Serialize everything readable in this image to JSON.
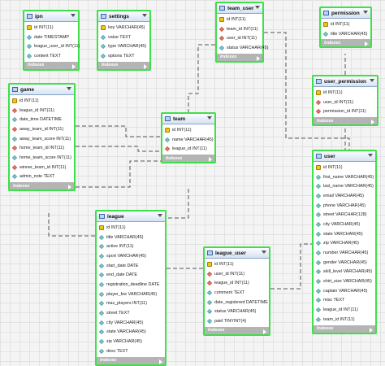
{
  "diagram": {
    "footer_label": "Indexes",
    "tables": [
      {
        "id": "ipn",
        "name": "ipn",
        "columns": [
          {
            "icon": "key-icon",
            "text": "id INT(11)"
          },
          {
            "icon": "column-icon",
            "text": "date TIMESTAMP"
          },
          {
            "icon": "column-icon",
            "text": "league_user_id INT(11)"
          },
          {
            "icon": "column-icon",
            "text": "content TEXT"
          }
        ]
      },
      {
        "id": "settings",
        "name": "settings",
        "columns": [
          {
            "icon": "key-icon",
            "text": "key VARCHAR(45)"
          },
          {
            "icon": "column-icon",
            "text": "value TEXT"
          },
          {
            "icon": "column-icon",
            "text": "type VARCHAR(45)"
          },
          {
            "icon": "column-icon",
            "text": "options TEXT"
          }
        ]
      },
      {
        "id": "team_user",
        "name": "team_user",
        "columns": [
          {
            "icon": "key-icon",
            "text": "id INT(11)"
          },
          {
            "icon": "foreign-key-icon",
            "text": "team_id INT(11)"
          },
          {
            "icon": "foreign-key-icon",
            "text": "user_id INT(11)"
          },
          {
            "icon": "column-icon",
            "text": "status VARCHAR(45)"
          }
        ]
      },
      {
        "id": "permission",
        "name": "permission",
        "columns": [
          {
            "icon": "key-icon",
            "text": "id INT(11)"
          },
          {
            "icon": "column-icon",
            "text": "title VARCHAR(45)"
          }
        ]
      },
      {
        "id": "game",
        "name": "game",
        "columns": [
          {
            "icon": "key-icon",
            "text": "id INT(11)"
          },
          {
            "icon": "foreign-key-icon",
            "text": "league_id INT(11)"
          },
          {
            "icon": "column-icon",
            "text": "date_time DATETIME"
          },
          {
            "icon": "foreign-key-icon",
            "text": "away_team_id INT(11)"
          },
          {
            "icon": "column-icon",
            "text": "away_team_score INT(11)"
          },
          {
            "icon": "foreign-key-icon",
            "text": "home_team_id INT(11)"
          },
          {
            "icon": "column-icon",
            "text": "home_team_score INT(11)"
          },
          {
            "icon": "foreign-key-icon",
            "text": "winner_team_id INT(11)"
          },
          {
            "icon": "column-icon",
            "text": "admin_note TEXT"
          }
        ]
      },
      {
        "id": "team",
        "name": "team",
        "columns": [
          {
            "icon": "key-icon",
            "text": "id INT(11)"
          },
          {
            "icon": "column-icon",
            "text": "name VARCHAR(45)"
          },
          {
            "icon": "foreign-key-icon",
            "text": "league_id INT(11)"
          }
        ]
      },
      {
        "id": "user_permission",
        "name": "user_permission",
        "columns": [
          {
            "icon": "key-icon",
            "text": "id INT(11)"
          },
          {
            "icon": "foreign-key-icon",
            "text": "user_id INT(11)"
          },
          {
            "icon": "foreign-key-icon",
            "text": "permission_id INT(11)"
          }
        ]
      },
      {
        "id": "user",
        "name": "user",
        "columns": [
          {
            "icon": "key-icon",
            "text": "id INT(11)"
          },
          {
            "icon": "column-icon",
            "text": "first_name VARCHAR(45)"
          },
          {
            "icon": "column-icon",
            "text": "last_name VARCHAR(45)"
          },
          {
            "icon": "column-icon",
            "text": "email VARCHAR(45)"
          },
          {
            "icon": "column-icon",
            "text": "phone VARCHAR(45)"
          },
          {
            "icon": "column-icon",
            "text": "street VARCHAR(128)"
          },
          {
            "icon": "column-icon",
            "text": "city VARCHAR(45)"
          },
          {
            "icon": "column-icon",
            "text": "state VARCHAR(45)"
          },
          {
            "icon": "column-icon",
            "text": "zip VARCHAR(45)"
          },
          {
            "icon": "column-icon",
            "text": "number VARCHAR(45)"
          },
          {
            "icon": "column-icon",
            "text": "gender VARCHAR(45)"
          },
          {
            "icon": "column-icon",
            "text": "skill_level VARCHAR(45)"
          },
          {
            "icon": "column-icon",
            "text": "shirt_size VARCHAR(45)"
          },
          {
            "icon": "column-icon",
            "text": "captain VARCHAR(45)"
          },
          {
            "icon": "column-icon",
            "text": "misc TEXT"
          },
          {
            "icon": "column-icon",
            "text": "league_id INT(11)"
          },
          {
            "icon": "column-icon",
            "text": "team_id INT(11)"
          }
        ]
      },
      {
        "id": "league",
        "name": "league",
        "columns": [
          {
            "icon": "key-icon",
            "text": "id INT(11)"
          },
          {
            "icon": "column-icon",
            "text": "title VARCHAR(45)"
          },
          {
            "icon": "column-icon",
            "text": "active INT(11)"
          },
          {
            "icon": "column-icon",
            "text": "sport VARCHAR(45)"
          },
          {
            "icon": "column-icon",
            "text": "start_date DATE"
          },
          {
            "icon": "column-icon",
            "text": "end_date DATE"
          },
          {
            "icon": "column-icon",
            "text": "registration_deadline DATE"
          },
          {
            "icon": "column-icon",
            "text": "player_fee VARCHAR(45)"
          },
          {
            "icon": "column-icon",
            "text": "max_players INT(11)"
          },
          {
            "icon": "column-icon",
            "text": "street TEXT"
          },
          {
            "icon": "column-icon",
            "text": "city VARCHAR(45)"
          },
          {
            "icon": "column-icon",
            "text": "state VARCHAR(45)"
          },
          {
            "icon": "column-icon",
            "text": "zip VARCHAR(45)"
          },
          {
            "icon": "column-icon",
            "text": "desc TEXT"
          }
        ]
      },
      {
        "id": "league_user",
        "name": "league_user",
        "columns": [
          {
            "icon": "key-icon",
            "text": "id INT(11)"
          },
          {
            "icon": "foreign-key-icon",
            "text": "user_id INT(11)"
          },
          {
            "icon": "foreign-key-icon",
            "text": "league_id INT(11)"
          },
          {
            "icon": "column-icon",
            "text": "comment TEXT"
          },
          {
            "icon": "column-icon",
            "text": "date_registered DATETIME"
          },
          {
            "icon": "column-icon",
            "text": "status VARCHAR(45)"
          },
          {
            "icon": "column-icon",
            "text": "paid TINYINT(4)"
          }
        ]
      }
    ],
    "relationships": [
      {
        "from": "team_user",
        "to": "team"
      },
      {
        "from": "team_user",
        "to": "user"
      },
      {
        "from": "game",
        "to": "team"
      },
      {
        "from": "game",
        "to": "league"
      },
      {
        "from": "team",
        "to": "league"
      },
      {
        "from": "user_permission",
        "to": "permission"
      },
      {
        "from": "user_permission",
        "to": "user"
      },
      {
        "from": "league_user",
        "to": "league"
      },
      {
        "from": "league_user",
        "to": "user"
      }
    ]
  }
}
